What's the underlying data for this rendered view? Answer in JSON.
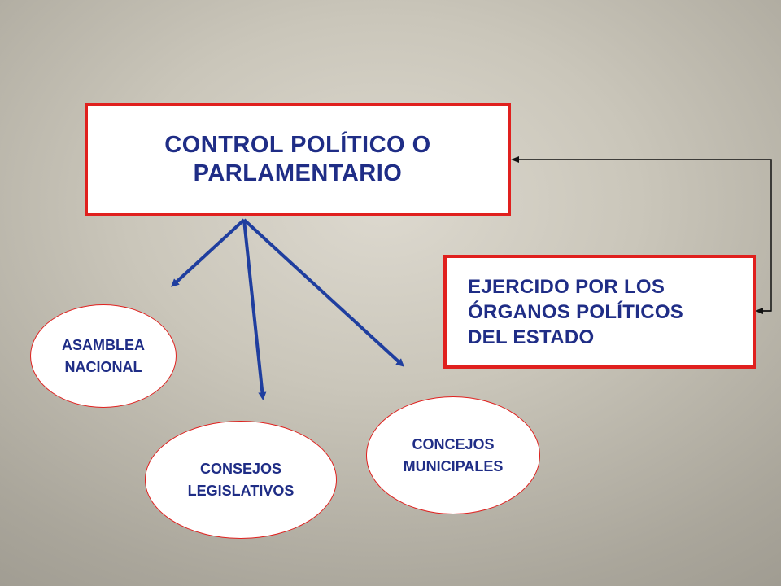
{
  "diagram": {
    "main_box": {
      "label": "CONTROL  POLÍTICO O PARLAMENTARIO"
    },
    "side_box": {
      "label": "EJERCIDO POR LOS\nÓRGANOS POLÍTICOS\nDEL    ESTADO"
    },
    "nodes": [
      {
        "id": "asamblea",
        "label": "ASAMBLEA\nNACIONAL"
      },
      {
        "id": "consejos",
        "label": "CONSEJOS\nLEGISLATIVOS"
      },
      {
        "id": "concejos",
        "label": "CONCEJOS\nMUNICIPALES"
      }
    ],
    "edges": [
      {
        "from": "main_box",
        "to": "asamblea",
        "style": "thick-blue-arrow"
      },
      {
        "from": "main_box",
        "to": "consejos",
        "style": "thick-blue-arrow"
      },
      {
        "from": "main_box",
        "to": "concejos",
        "style": "thick-blue-arrow"
      },
      {
        "from": "side_box",
        "to": "main_box",
        "style": "thin-black-elbow-arrow"
      }
    ]
  },
  "colors": {
    "box_border": "#e0201e",
    "text": "#1f2d86",
    "arrow_blue": "#1f3e9f",
    "connector": "#111111"
  }
}
